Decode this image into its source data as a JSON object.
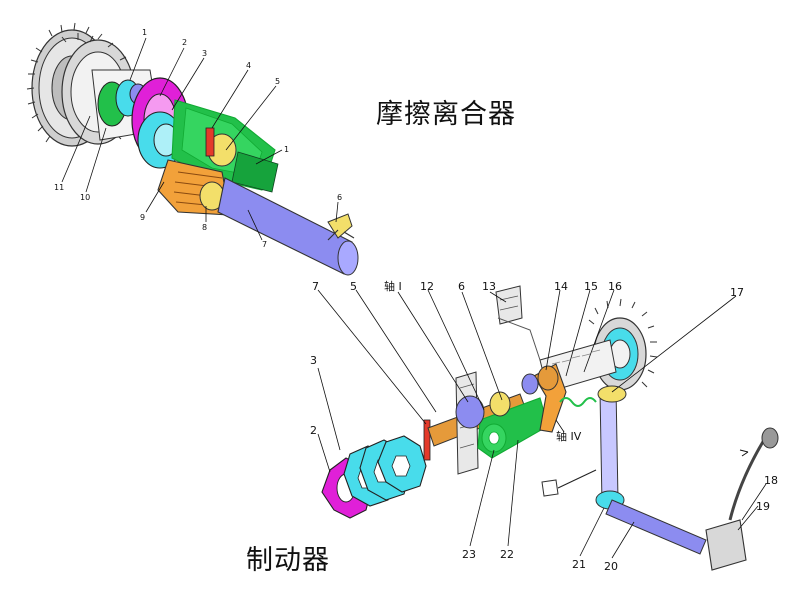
{
  "titles": {
    "clutch": "摩擦离合器",
    "brake": "制动器"
  },
  "clutch_labels": [
    "1",
    "2",
    "3",
    "4",
    "5",
    "1",
    "6",
    "7",
    "8",
    "9",
    "10",
    "11"
  ],
  "brake_labels": [
    "7",
    "5",
    "轴 I",
    "12",
    "6",
    "13",
    "14",
    "15",
    "16",
    "17",
    "3",
    "2",
    "轴 IV",
    "23",
    "22",
    "21",
    "20",
    "18",
    "19"
  ],
  "colors": {
    "shaft": "#8c8cf0",
    "magenta": "#e020d8",
    "cyan": "#48dceb",
    "green": "#22c04a",
    "orange": "#f2a13a",
    "red": "#e43a2a",
    "yellow": "#f3df6a",
    "gear_grey": "#c9c9c9"
  }
}
